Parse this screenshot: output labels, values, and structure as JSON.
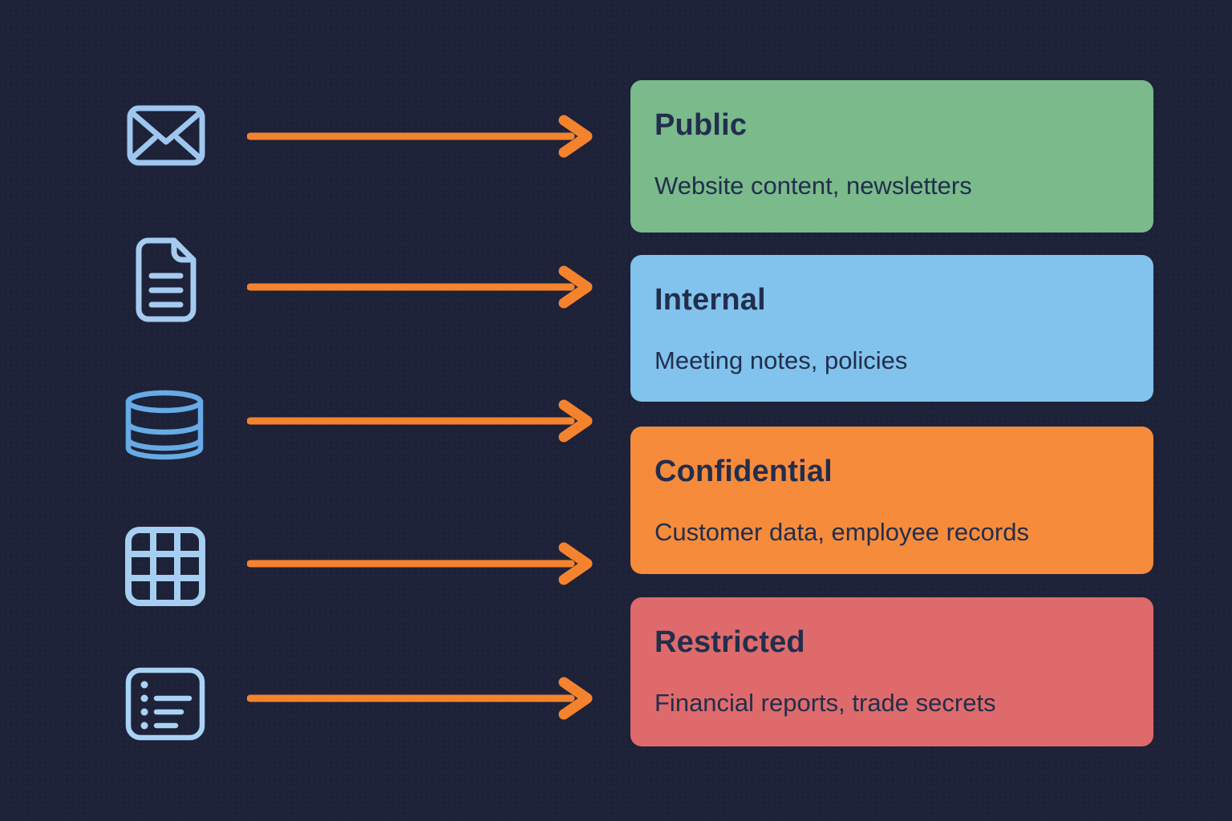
{
  "colors": {
    "background": "#1e2238",
    "arrow": "#f5832e",
    "box_text": "#222e4c"
  },
  "sources": [
    {
      "icon": "envelope-icon",
      "color": "#9fc6ef"
    },
    {
      "icon": "document-icon",
      "color": "#a6cbf1"
    },
    {
      "icon": "database-icon",
      "color": "#66abe6"
    },
    {
      "icon": "grid-icon",
      "color": "#a6cef1"
    },
    {
      "icon": "list-icon",
      "color": "#a9d3f5"
    }
  ],
  "classifications": [
    {
      "label": "Public",
      "examples": "Website content, newsletters",
      "color": "#7aba8b"
    },
    {
      "label": "Internal",
      "examples": "Meeting notes, policies",
      "color": "#81c3ec"
    },
    {
      "label": "Confidential",
      "examples": "Customer data, employee records",
      "color": "#f68b3c"
    },
    {
      "label": "Restricted",
      "examples": "Financial reports, trade secrets",
      "color": "#df6a6b"
    }
  ]
}
